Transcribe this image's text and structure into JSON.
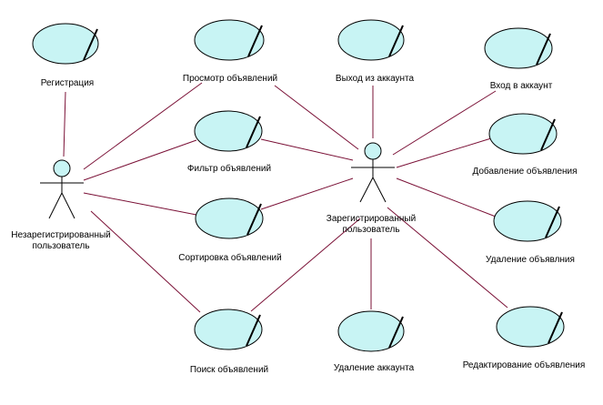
{
  "colors": {
    "line": "#7a1036",
    "usecase_fill": "#c8f4f4",
    "usecase_stroke": "#000000",
    "actor_head_fill": "#c8f4f4",
    "text": "#000000"
  },
  "actors": {
    "guest": {
      "label_line1": "Незарегистрированный",
      "label_line2": "пользователь"
    },
    "user": {
      "label_line1": "Зарегистрированный",
      "label_line2": "пользователь"
    }
  },
  "usecases": {
    "registration": "Регистрация",
    "view_ads": "Просмотр объявлений",
    "logout": "Выход из аккаунта",
    "login": "Вход в аккаунт",
    "filter_ads": "Фильтр объявлений",
    "add_ad": "Добавление объявления",
    "sort_ads": "Сортировка объявлений",
    "delete_ad": "Удаление объявлния",
    "search_ads": "Поиск объявлений",
    "delete_account": "Удаление аккаунта",
    "edit_ads": "Редактирование объявления"
  },
  "associations": [
    [
      "guest",
      "registration"
    ],
    [
      "guest",
      "view_ads"
    ],
    [
      "guest",
      "filter_ads"
    ],
    [
      "guest",
      "sort_ads"
    ],
    [
      "guest",
      "search_ads"
    ],
    [
      "user",
      "view_ads"
    ],
    [
      "user",
      "filter_ads"
    ],
    [
      "user",
      "sort_ads"
    ],
    [
      "user",
      "search_ads"
    ],
    [
      "user",
      "logout"
    ],
    [
      "user",
      "login"
    ],
    [
      "user",
      "add_ad"
    ],
    [
      "user",
      "delete_ad"
    ],
    [
      "user",
      "delete_account"
    ],
    [
      "user",
      "edit_ads"
    ]
  ]
}
